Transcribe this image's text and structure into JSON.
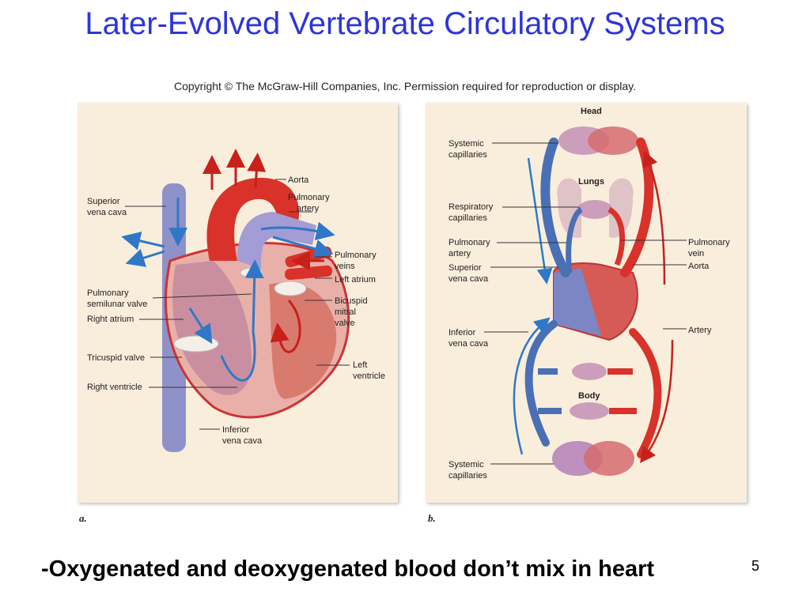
{
  "slide": {
    "title": "Later-Evolved Vertebrate Circulatory Systems",
    "copyright": "Copyright © The McGraw-Hill Companies, Inc. Permission required for reproduction or display.",
    "footer": "-Oxygenated and deoxygenated blood don’t mix in heart",
    "slide_number": "5"
  },
  "panel_a": {
    "letter": "a.",
    "labels": {
      "aorta": "Aorta",
      "pulmonary_artery_1": "Pulmonary",
      "pulmonary_artery_2": "artery",
      "superior_vena_cava_1": "Superior",
      "superior_vena_cava_2": "vena cava",
      "pulmonary_veins_1": "Pulmonary",
      "pulmonary_veins_2": "veins",
      "left_atrium": "Left atrium",
      "pulmonary_semilunar_1": "Pulmonary",
      "pulmonary_semilunar_2": "semilunar valve",
      "bicuspid_1": "Bicuspid",
      "bicuspid_2": "mitral",
      "bicuspid_3": "valve",
      "right_atrium": "Right atrium",
      "tricuspid": "Tricuspid valve",
      "left_ventricle_1": "Left",
      "left_ventricle_2": "ventricle",
      "right_ventricle": "Right ventricle",
      "inferior_vena_cava_1": "Inferior",
      "inferior_vena_cava_2": "vena cava"
    }
  },
  "panel_b": {
    "letter": "b.",
    "labels": {
      "head": "Head",
      "lungs": "Lungs",
      "body": "Body",
      "systemic_cap_top_1": "Systemic",
      "systemic_cap_top_2": "capillaries",
      "respiratory_cap_1": "Respiratory",
      "respiratory_cap_2": "capillaries",
      "pulmonary_artery_1": "Pulmonary",
      "pulmonary_artery_2": "artery",
      "superior_vena_cava_1": "Superior",
      "superior_vena_cava_2": "vena cava",
      "pulmonary_vein_1": "Pulmonary",
      "pulmonary_vein_2": "vein",
      "aorta": "Aorta",
      "inferior_vena_cava_1": "Inferior",
      "inferior_vena_cava_2": "vena cava",
      "artery": "Artery",
      "systemic_cap_bottom_1": "Systemic",
      "systemic_cap_bottom_2": "capillaries"
    }
  },
  "colors": {
    "title": "#2d35d8",
    "oxygenated": "#d8322a",
    "deoxygenated": "#4a6fb5",
    "panel_bg": "#f9eedc"
  }
}
